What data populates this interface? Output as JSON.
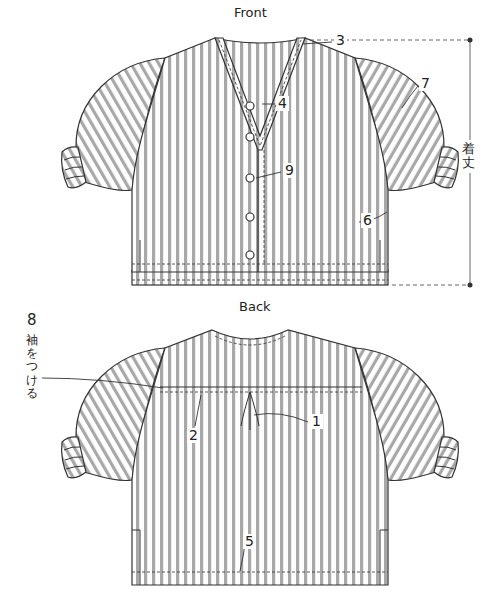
{
  "diagram": {
    "labels": [
      "Front",
      "3",
      "4",
      "7",
      "着丈",
      "9",
      "6",
      "Back",
      "8",
      "袖をつける",
      "2",
      "1",
      "5"
    ]
  }
}
